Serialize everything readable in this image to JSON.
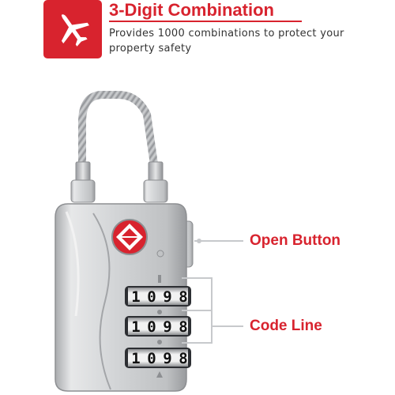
{
  "header": {
    "title": "3-Digit Combination",
    "subtitle": "Provides 1000 combinations to protect your property safety",
    "badge_icon": "airplane-icon",
    "accent_color": "#d8232e"
  },
  "product": {
    "dials": [
      {
        "digits": [
          "1",
          "0",
          "9",
          "8"
        ]
      },
      {
        "digits": [
          "1",
          "0",
          "9",
          "8"
        ]
      },
      {
        "digits": [
          "1",
          "0",
          "9",
          "8"
        ]
      }
    ],
    "lock_body_color": "#c9cbcd",
    "tsa_logo_color": "#d8232e"
  },
  "callouts": {
    "open_button": "Open Button",
    "code_line": "Code Line"
  }
}
